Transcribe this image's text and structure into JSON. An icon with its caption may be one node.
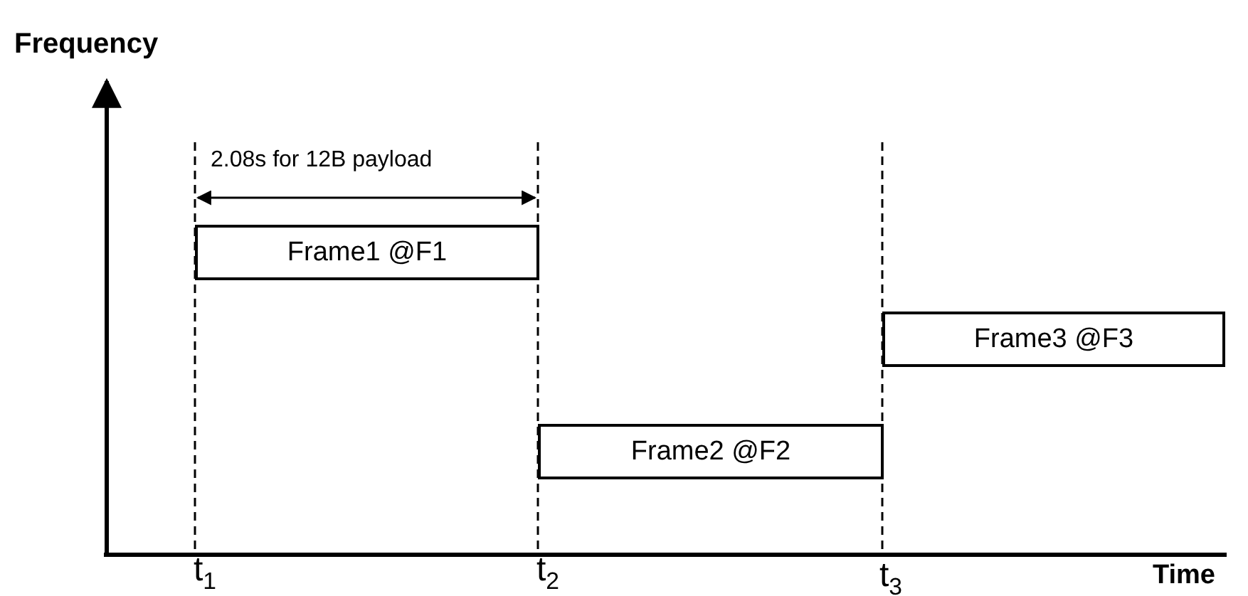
{
  "diagram": {
    "nodes": [
      {
        "text": [
          "Frame1 @F1"
        ]
      },
      {
        "text": [
          "Frame2 @F2"
        ]
      },
      {
        "text": [
          "Frame3 @F3"
        ]
      }
    ],
    "labels": [
      "Frequency",
      "2.08s for 12B payload",
      "t$_{1}$",
      "t$_{2}$",
      "t$_{3}$",
      "Time"
    ]
  }
}
